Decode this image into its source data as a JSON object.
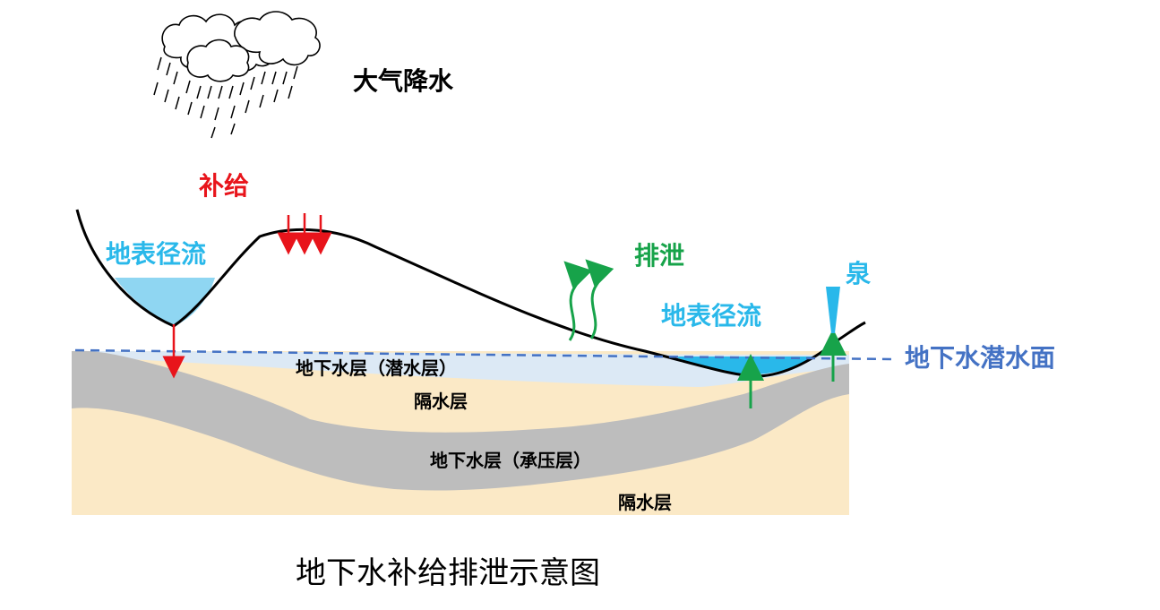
{
  "labels": {
    "precipitation": "大气降水",
    "recharge": "补给",
    "discharge": "排泄",
    "surface_runoff_left": "地表径流",
    "surface_runoff_right": "地表径流",
    "spring": "泉",
    "water_table": "地下水潜水面",
    "unconfined_aquifer": "地下水层（潜水层）",
    "aquitard_upper": "隔水层",
    "confined_aquifer": "地下水层（承压层）",
    "aquitard_lower": "隔水层"
  },
  "caption": "地下水补给排泄示意图",
  "colors": {
    "recharge_red": "#e8141b",
    "discharge_green": "#17a34a",
    "water_blue": "#29b8ea",
    "water_table_blue": "#4472c4",
    "aquifer_light": "#dce9f5",
    "sand": "#fbe9c6",
    "gray_layer": "#bdbdbd"
  },
  "icons": [
    "rain-cloud-icon",
    "evaporation-arrows-icon",
    "spring-icon"
  ]
}
